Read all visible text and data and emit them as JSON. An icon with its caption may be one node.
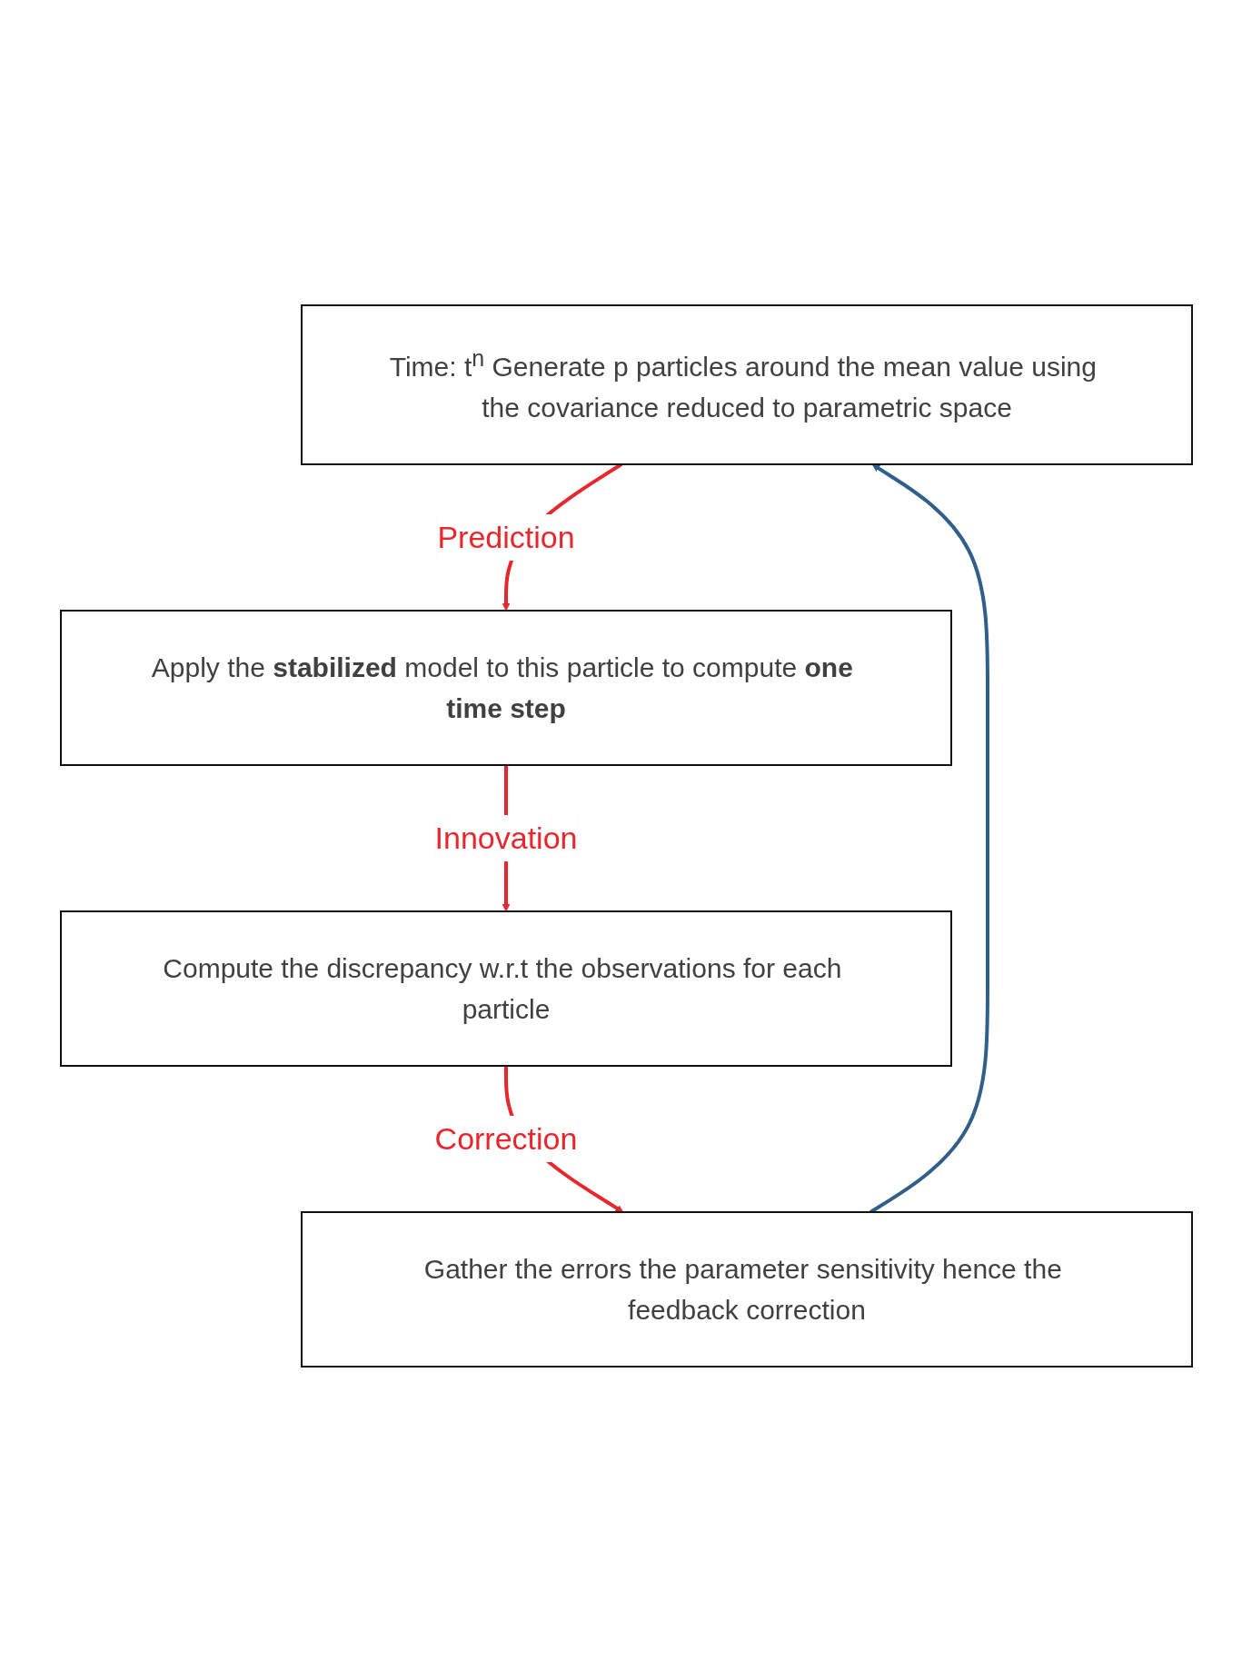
{
  "diagram": {
    "nodes": [
      {
        "text": [
          "Time: t$^{n}$ Generate p particles around the mean value using the covariance reduced to parametric space"
        ]
      },
      {
        "text": [
          "Apply the **stabilized** model to this particle to compute **one time step**"
        ]
      },
      {
        "text": [
          "Compute the discrepancy w.r.t the observations for each particle"
        ]
      },
      {
        "text": [
          "Gather the errors the parameter sensitivity hence the feedback correction"
        ]
      }
    ],
    "edges": [
      {
        "from": 0,
        "to": 1,
        "arrow": "to",
        "label": "Prediction"
      },
      {
        "from": 1,
        "to": 2,
        "arrow": "to",
        "label": "Innovation"
      },
      {
        "from": 2,
        "to": 3,
        "arrow": "to",
        "label": "Correction"
      },
      {
        "from": 3,
        "to": 0,
        "arrow": "to",
        "color": "#2f5f8a"
      }
    ]
  }
}
